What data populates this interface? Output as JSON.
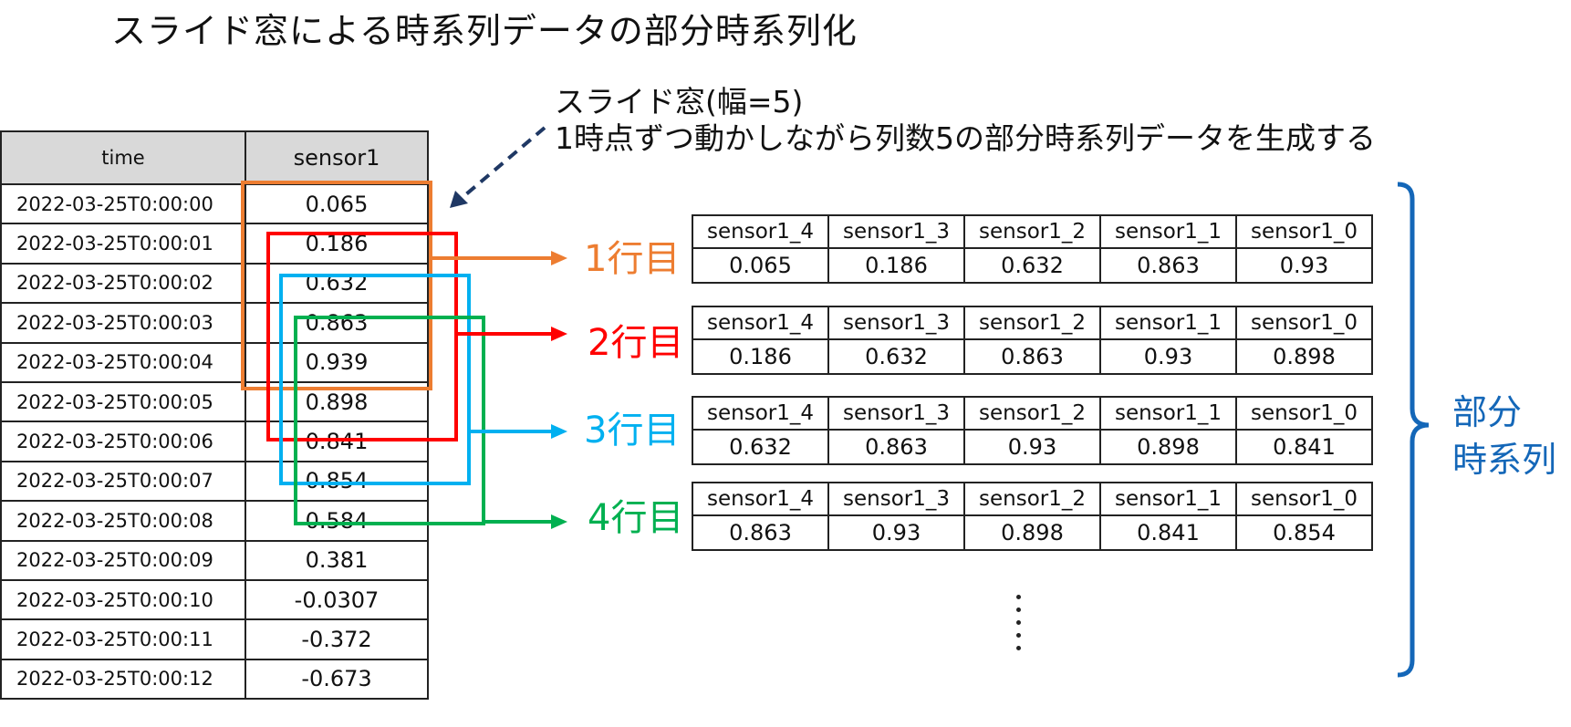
{
  "title": "スライド窓による時系列データの部分時系列化",
  "note": {
    "line1": "スライド窓(幅=5)",
    "line2": "1時点ずつ動かしながら列数5の部分時系列データを生成する"
  },
  "source_table": {
    "headers": [
      "time",
      "sensor1"
    ],
    "rows": [
      [
        "2022-03-25T0:00:00",
        "0.065"
      ],
      [
        "2022-03-25T0:00:01",
        "0.186"
      ],
      [
        "2022-03-25T0:00:02",
        "0.632"
      ],
      [
        "2022-03-25T0:00:03",
        "0.863"
      ],
      [
        "2022-03-25T0:00:04",
        "0.939"
      ],
      [
        "2022-03-25T0:00:05",
        "0.898"
      ],
      [
        "2022-03-25T0:00:06",
        "0.841"
      ],
      [
        "2022-03-25T0:00:07",
        "0.854"
      ],
      [
        "2022-03-25T0:00:08",
        "0.584"
      ],
      [
        "2022-03-25T0:00:09",
        "0.381"
      ],
      [
        "2022-03-25T0:00:10",
        "-0.0307"
      ],
      [
        "2022-03-25T0:00:11",
        "-0.372"
      ],
      [
        "2022-03-25T0:00:12",
        "-0.673"
      ]
    ]
  },
  "windows": [
    {
      "label": "1行目",
      "color": "#ed7d31"
    },
    {
      "label": "2行目",
      "color": "#ff0000"
    },
    {
      "label": "3行目",
      "color": "#00b0f0"
    },
    {
      "label": "4行目",
      "color": "#00b050"
    }
  ],
  "output_tables": [
    {
      "headers": [
        "sensor1_4",
        "sensor1_3",
        "sensor1_2",
        "sensor1_1",
        "sensor1_0"
      ],
      "values": [
        "0.065",
        "0.186",
        "0.632",
        "0.863",
        "0.93"
      ]
    },
    {
      "headers": [
        "sensor1_4",
        "sensor1_3",
        "sensor1_2",
        "sensor1_1",
        "sensor1_0"
      ],
      "values": [
        "0.186",
        "0.632",
        "0.863",
        "0.93",
        "0.898"
      ]
    },
    {
      "headers": [
        "sensor1_4",
        "sensor1_3",
        "sensor1_2",
        "sensor1_1",
        "sensor1_0"
      ],
      "values": [
        "0.632",
        "0.863",
        "0.93",
        "0.898",
        "0.841"
      ]
    },
    {
      "headers": [
        "sensor1_4",
        "sensor1_3",
        "sensor1_2",
        "sensor1_1",
        "sensor1_0"
      ],
      "values": [
        "0.863",
        "0.93",
        "0.898",
        "0.841",
        "0.854"
      ]
    }
  ],
  "brace_label": {
    "line1": "部分",
    "line2": "時系列"
  },
  "colors": {
    "brace": "#1467b8",
    "note_arrow": "#1f3864"
  }
}
